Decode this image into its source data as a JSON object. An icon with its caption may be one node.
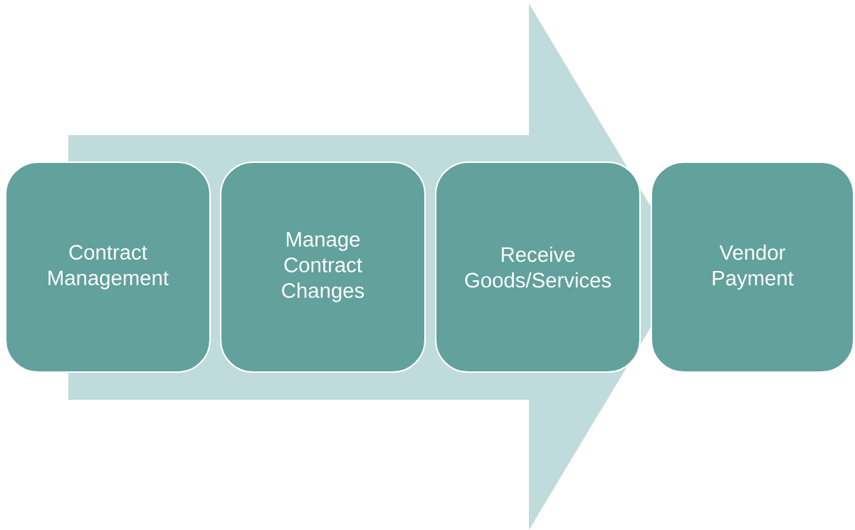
{
  "diagram": {
    "nodes": [
      {
        "text": [
          "Contract Management"
        ]
      },
      {
        "text": [
          "Manage Contract Changes"
        ]
      },
      {
        "text": [
          "Receive Goods/Services"
        ]
      },
      {
        "text": [
          "Vendor Payment"
        ]
      }
    ],
    "edges": [
      {
        "from": 0,
        "to": 3,
        "arrow": "to"
      }
    ]
  }
}
